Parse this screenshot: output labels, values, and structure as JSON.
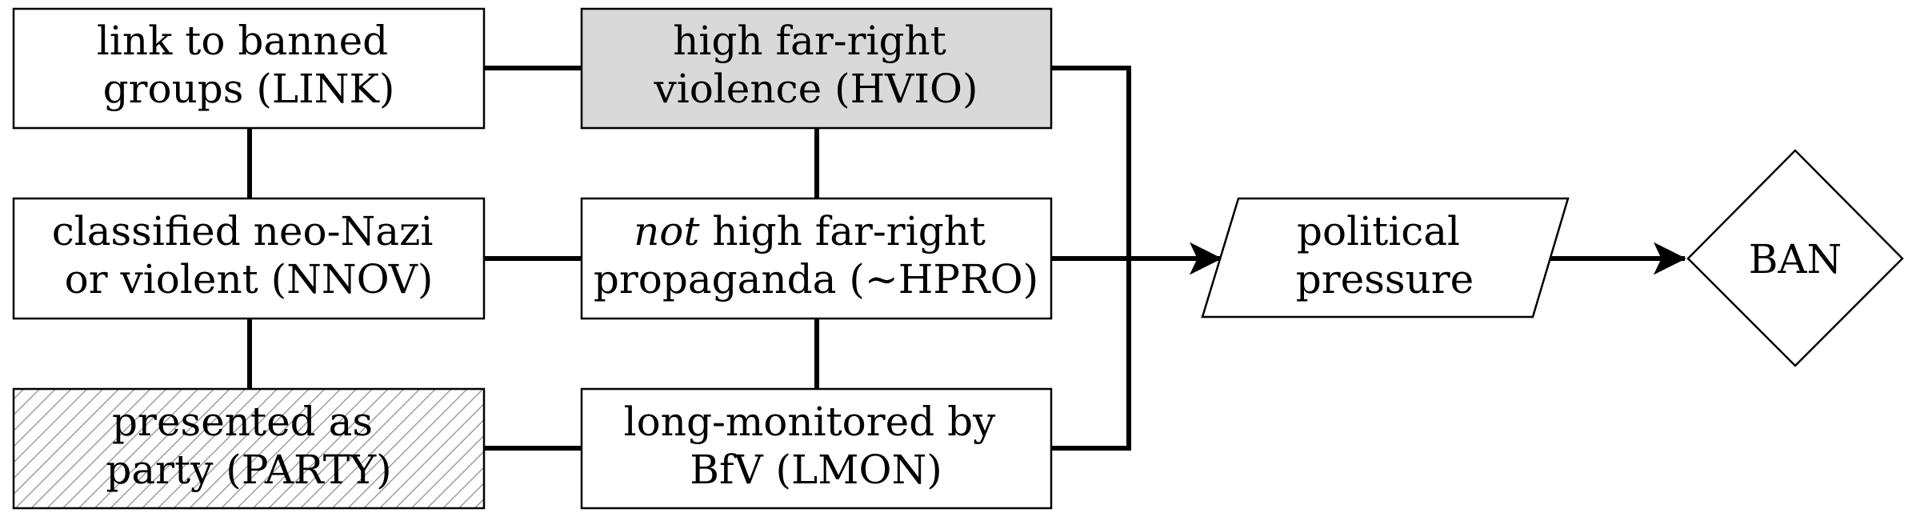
{
  "colors": {
    "stroke": "#000000",
    "background": "#ffffff",
    "highlight_fill": "#d9d9d9",
    "hatch": "#8c8c8c"
  },
  "nodes": {
    "link": {
      "line1": "link to banned",
      "line2": "groups (LINK)"
    },
    "hvio": {
      "line1": "high far-right",
      "line2": "violence (HVIO)"
    },
    "nnov": {
      "line1": "classified neo-Nazi",
      "line2": "or violent (NNOV)"
    },
    "hpro": {
      "line1_italic": "not",
      "line1_rest": " high far-right",
      "line2": "propaganda (∼HPRO)"
    },
    "party": {
      "line1": "presented as",
      "line2": "party (PARTY)"
    },
    "lmon": {
      "line1": "long-monitored by",
      "line2": "BfV (LMON)"
    },
    "pressure": {
      "line1": "political",
      "line2": "pressure"
    },
    "ban": {
      "label": "BAN"
    }
  }
}
